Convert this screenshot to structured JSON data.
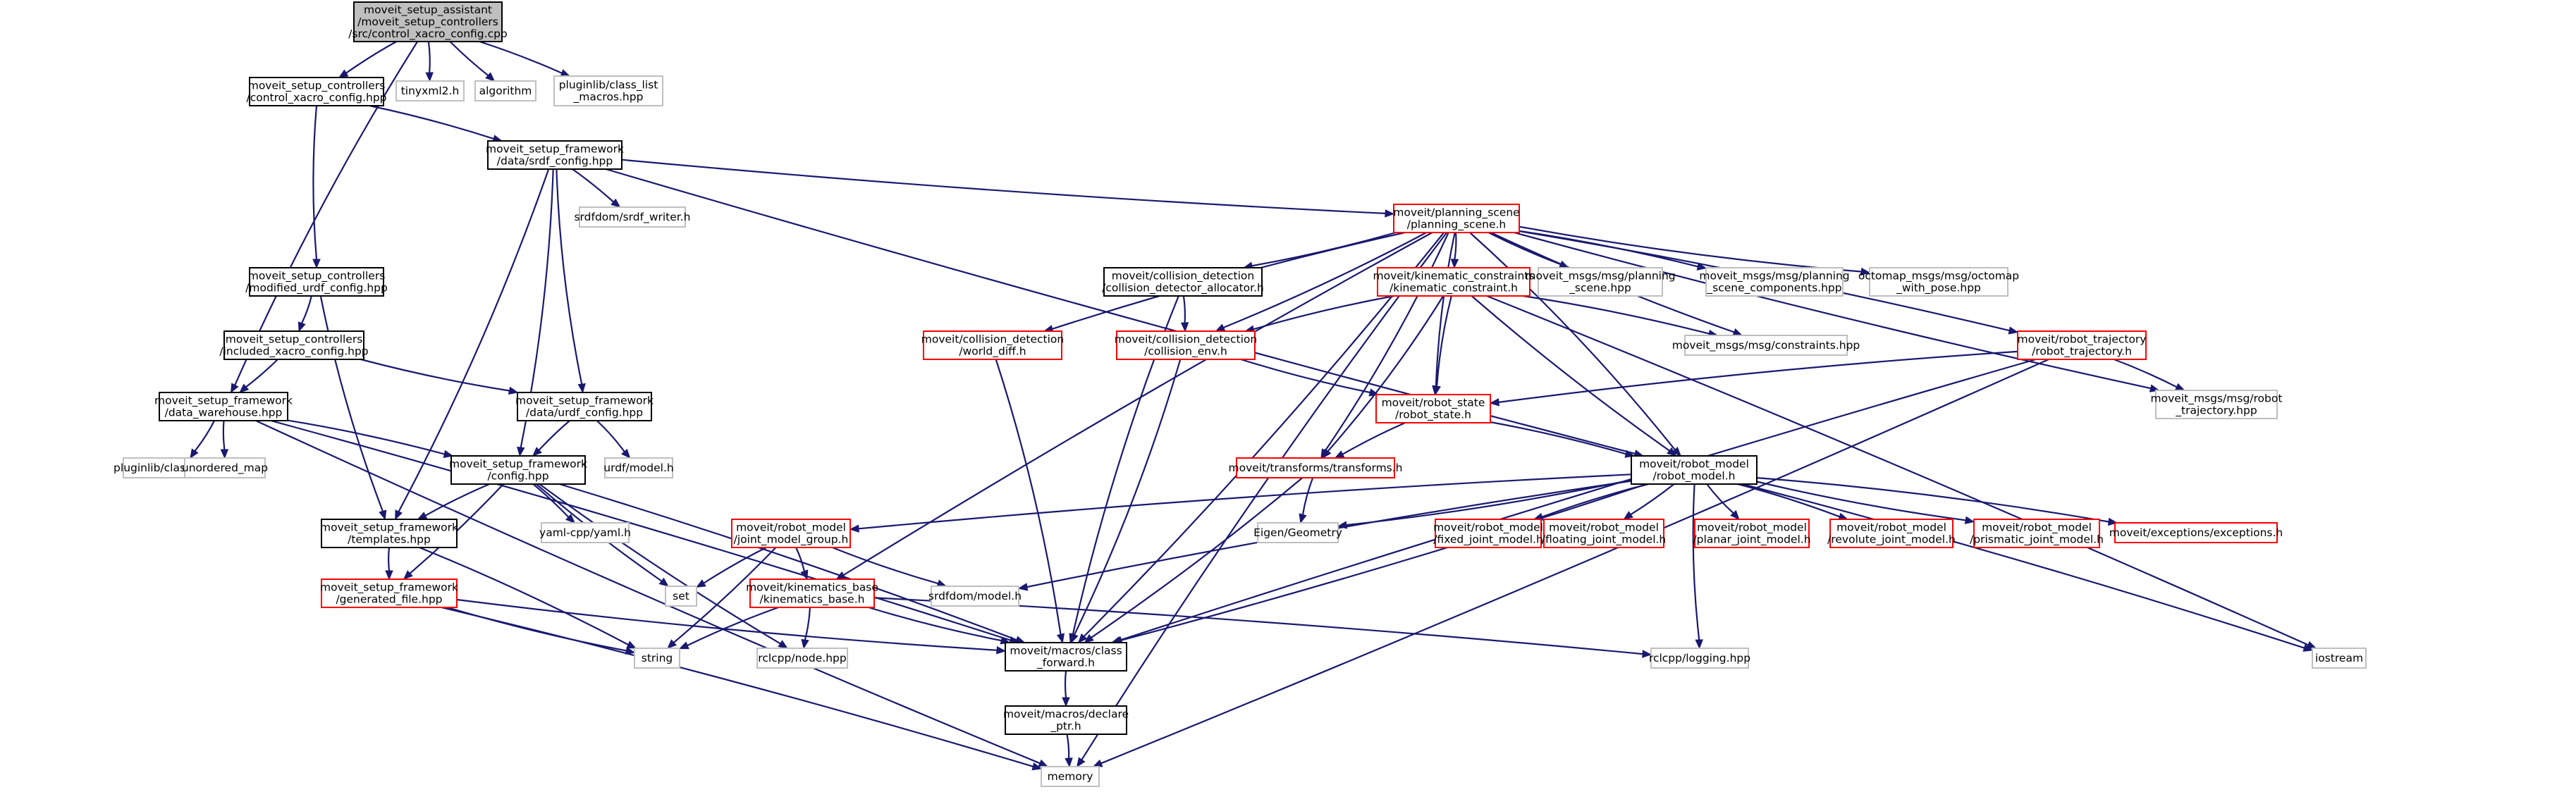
{
  "diagram": {
    "type": "include-dependency-graph",
    "colors": {
      "edge": "#191970",
      "documented_node_border": "#000000",
      "undocumented_node_border": "#ff0000",
      "external_node_border": "#bfbfbf",
      "root_node_fill": "#bfbfbf"
    },
    "nodes": [
      {
        "id": "root",
        "lines": [
          "moveit_setup_assistant",
          "/moveit_setup_controllers",
          "/src/control_xacro_config.cpp"
        ],
        "kind": "root"
      },
      {
        "id": "ctrl_xacro",
        "lines": [
          "moveit_setup_controllers",
          "/control_xacro_config.hpp"
        ],
        "kind": "documented"
      },
      {
        "id": "tinyxml2",
        "lines": [
          "tinyxml2.h"
        ],
        "kind": "external"
      },
      {
        "id": "algorithm",
        "lines": [
          "algorithm"
        ],
        "kind": "external"
      },
      {
        "id": "classlist",
        "lines": [
          "pluginlib/class_list",
          "_macros.hpp"
        ],
        "kind": "external"
      },
      {
        "id": "srdf_config",
        "lines": [
          "moveit_setup_framework",
          "/data/srdf_config.hpp"
        ],
        "kind": "documented"
      },
      {
        "id": "srdf_writer",
        "lines": [
          "srdfdom/srdf_writer.h"
        ],
        "kind": "external"
      },
      {
        "id": "planning_scene",
        "lines": [
          "moveit/planning_scene",
          "/planning_scene.h"
        ],
        "kind": "undocumented"
      },
      {
        "id": "modified_urdf",
        "lines": [
          "moveit_setup_controllers",
          "/modified_urdf_config.hpp"
        ],
        "kind": "documented"
      },
      {
        "id": "included_xacro",
        "lines": [
          "moveit_setup_controllers",
          "/included_xacro_config.hpp"
        ],
        "kind": "documented"
      },
      {
        "id": "data_warehouse",
        "lines": [
          "moveit_setup_framework",
          "/data_warehouse.hpp"
        ],
        "kind": "documented"
      },
      {
        "id": "urdf_config",
        "lines": [
          "moveit_setup_framework",
          "/data/urdf_config.hpp"
        ],
        "kind": "documented"
      },
      {
        "id": "class_loader",
        "lines": [
          "pluginlib/class_loader.hpp"
        ],
        "kind": "external"
      },
      {
        "id": "unordered_map",
        "lines": [
          "unordered_map"
        ],
        "kind": "external"
      },
      {
        "id": "urdf_model",
        "lines": [
          "urdf/model.h"
        ],
        "kind": "external"
      },
      {
        "id": "config",
        "lines": [
          "moveit_setup_framework",
          "/config.hpp"
        ],
        "kind": "documented"
      },
      {
        "id": "templates",
        "lines": [
          "moveit_setup_framework",
          "/templates.hpp"
        ],
        "kind": "documented"
      },
      {
        "id": "yaml",
        "lines": [
          "yaml-cpp/yaml.h"
        ],
        "kind": "external"
      },
      {
        "id": "set",
        "lines": [
          "set"
        ],
        "kind": "external"
      },
      {
        "id": "generated_file",
        "lines": [
          "moveit_setup_framework",
          "/generated_file.hpp"
        ],
        "kind": "undocumented"
      },
      {
        "id": "string",
        "lines": [
          "string"
        ],
        "kind": "external"
      },
      {
        "id": "rclcpp_node",
        "lines": [
          "rclcpp/node.hpp"
        ],
        "kind": "external"
      },
      {
        "id": "memory",
        "lines": [
          "memory"
        ],
        "kind": "external"
      },
      {
        "id": "world_diff",
        "lines": [
          "moveit/collision_detection",
          "/world_diff.h"
        ],
        "kind": "undocumented"
      },
      {
        "id": "collision_alloc",
        "lines": [
          "moveit/collision_detection",
          "/collision_detector_allocator.h"
        ],
        "kind": "documented"
      },
      {
        "id": "kinematic_constraint",
        "lines": [
          "moveit/kinematic_constraints",
          "/kinematic_constraint.h"
        ],
        "kind": "undocumented"
      },
      {
        "id": "msg_planning_scene",
        "lines": [
          "moveit_msgs/msg/planning",
          "_scene.hpp"
        ],
        "kind": "external"
      },
      {
        "id": "msg_planning_scene_comp",
        "lines": [
          "moveit_msgs/msg/planning",
          "_scene_components.hpp"
        ],
        "kind": "external"
      },
      {
        "id": "octomap",
        "lines": [
          "octomap_msgs/msg/octomap",
          "_with_pose.hpp"
        ],
        "kind": "external"
      },
      {
        "id": "collision_env",
        "lines": [
          "moveit/collision_detection",
          "/collision_env.h"
        ],
        "kind": "undocumented"
      },
      {
        "id": "constraints_msg",
        "lines": [
          "moveit_msgs/msg/constraints.hpp"
        ],
        "kind": "external"
      },
      {
        "id": "robot_trajectory",
        "lines": [
          "moveit/robot_trajectory",
          "/robot_trajectory.h"
        ],
        "kind": "undocumented"
      },
      {
        "id": "robot_state",
        "lines": [
          "moveit/robot_state",
          "/robot_state.h"
        ],
        "kind": "undocumented"
      },
      {
        "id": "robot_traj_msg",
        "lines": [
          "moveit_msgs/msg/robot",
          "_trajectory.hpp"
        ],
        "kind": "external"
      },
      {
        "id": "transforms",
        "lines": [
          "moveit/transforms/transforms.h"
        ],
        "kind": "undocumented"
      },
      {
        "id": "robot_model",
        "lines": [
          "moveit/robot_model",
          "/robot_model.h"
        ],
        "kind": "documented"
      },
      {
        "id": "eigen",
        "lines": [
          "Eigen/Geometry"
        ],
        "kind": "external"
      },
      {
        "id": "joint_model_group",
        "lines": [
          "moveit/robot_model",
          "/joint_model_group.h"
        ],
        "kind": "undocumented"
      },
      {
        "id": "fixed_joint",
        "lines": [
          "moveit/robot_model",
          "/fixed_joint_model.h"
        ],
        "kind": "undocumented"
      },
      {
        "id": "floating_joint",
        "lines": [
          "moveit/robot_model",
          "/floating_joint_model.h"
        ],
        "kind": "undocumented"
      },
      {
        "id": "planar_joint",
        "lines": [
          "moveit/robot_model",
          "/planar_joint_model.h"
        ],
        "kind": "undocumented"
      },
      {
        "id": "revolute_joint",
        "lines": [
          "moveit/robot_model",
          "/revolute_joint_model.h"
        ],
        "kind": "undocumented"
      },
      {
        "id": "prismatic_joint",
        "lines": [
          "moveit/robot_model",
          "/prismatic_joint_model.h"
        ],
        "kind": "undocumented"
      },
      {
        "id": "exceptions",
        "lines": [
          "moveit/exceptions/exceptions.h"
        ],
        "kind": "undocumented"
      },
      {
        "id": "srdf_model",
        "lines": [
          "srdfdom/model.h"
        ],
        "kind": "external"
      },
      {
        "id": "kinematics_base",
        "lines": [
          "moveit/kinematics_base",
          "/kinematics_base.h"
        ],
        "kind": "undocumented"
      },
      {
        "id": "class_forward",
        "lines": [
          "moveit/macros/class",
          "_forward.h"
        ],
        "kind": "documented"
      },
      {
        "id": "rclcpp_logging",
        "lines": [
          "rclcpp/logging.hpp"
        ],
        "kind": "external"
      },
      {
        "id": "iostream",
        "lines": [
          "iostream"
        ],
        "kind": "external"
      },
      {
        "id": "declare_ptr",
        "lines": [
          "moveit/macros/declare",
          "_ptr.h"
        ],
        "kind": "documented"
      }
    ],
    "edges": [
      [
        "root",
        "ctrl_xacro"
      ],
      [
        "root",
        "tinyxml2"
      ],
      [
        "root",
        "algorithm"
      ],
      [
        "root",
        "classlist"
      ],
      [
        "root",
        "data_warehouse"
      ],
      [
        "ctrl_xacro",
        "srdf_config"
      ],
      [
        "ctrl_xacro",
        "modified_urdf"
      ],
      [
        "srdf_config",
        "srdf_writer"
      ],
      [
        "srdf_config",
        "planning_scene"
      ],
      [
        "srdf_config",
        "config"
      ],
      [
        "srdf_config",
        "urdf_config"
      ],
      [
        "srdf_config",
        "templates"
      ],
      [
        "srdf_config",
        "robot_model"
      ],
      [
        "modified_urdf",
        "included_xacro"
      ],
      [
        "modified_urdf",
        "templates"
      ],
      [
        "included_xacro",
        "data_warehouse"
      ],
      [
        "included_xacro",
        "urdf_config"
      ],
      [
        "data_warehouse",
        "class_loader"
      ],
      [
        "data_warehouse",
        "unordered_map"
      ],
      [
        "data_warehouse",
        "config"
      ],
      [
        "data_warehouse",
        "memory"
      ],
      [
        "data_warehouse",
        "class_forward"
      ],
      [
        "urdf_config",
        "config"
      ],
      [
        "urdf_config",
        "urdf_model"
      ],
      [
        "config",
        "templates"
      ],
      [
        "config",
        "yaml"
      ],
      [
        "config",
        "set"
      ],
      [
        "config",
        "generated_file"
      ],
      [
        "config",
        "rclcpp_node"
      ],
      [
        "config",
        "class_forward"
      ],
      [
        "templates",
        "generated_file"
      ],
      [
        "templates",
        "string"
      ],
      [
        "generated_file",
        "string"
      ],
      [
        "generated_file",
        "memory"
      ],
      [
        "generated_file",
        "class_forward"
      ],
      [
        "planning_scene",
        "collision_alloc"
      ],
      [
        "planning_scene",
        "world_diff"
      ],
      [
        "planning_scene",
        "kinematic_constraint"
      ],
      [
        "planning_scene",
        "msg_planning_scene"
      ],
      [
        "planning_scene",
        "msg_planning_scene_comp"
      ],
      [
        "planning_scene",
        "octomap"
      ],
      [
        "planning_scene",
        "collision_env"
      ],
      [
        "planning_scene",
        "constraints_msg"
      ],
      [
        "planning_scene",
        "robot_trajectory"
      ],
      [
        "planning_scene",
        "robot_state"
      ],
      [
        "planning_scene",
        "transforms"
      ],
      [
        "planning_scene",
        "robot_traj_msg"
      ],
      [
        "planning_scene",
        "robot_model"
      ],
      [
        "planning_scene",
        "kinematics_base"
      ],
      [
        "planning_scene",
        "class_forward"
      ],
      [
        "planning_scene",
        "memory"
      ],
      [
        "collision_alloc",
        "collision_env"
      ],
      [
        "collision_alloc",
        "class_forward"
      ],
      [
        "world_diff",
        "class_forward"
      ],
      [
        "kinematic_constraint",
        "collision_env"
      ],
      [
        "kinematic_constraint",
        "constraints_msg"
      ],
      [
        "kinematic_constraint",
        "robot_state"
      ],
      [
        "kinematic_constraint",
        "transforms"
      ],
      [
        "kinematic_constraint",
        "robot_model"
      ],
      [
        "kinematic_constraint",
        "iostream"
      ],
      [
        "collision_env",
        "robot_state"
      ],
      [
        "collision_env",
        "class_forward"
      ],
      [
        "robot_trajectory",
        "robot_state"
      ],
      [
        "robot_trajectory",
        "robot_traj_msg"
      ],
      [
        "robot_trajectory",
        "class_forward"
      ],
      [
        "robot_trajectory",
        "memory"
      ],
      [
        "robot_state",
        "transforms"
      ],
      [
        "robot_state",
        "robot_model"
      ],
      [
        "transforms",
        "eigen"
      ],
      [
        "transforms",
        "class_forward"
      ],
      [
        "robot_model",
        "joint_model_group"
      ],
      [
        "robot_model",
        "eigen"
      ],
      [
        "robot_model",
        "fixed_joint"
      ],
      [
        "robot_model",
        "floating_joint"
      ],
      [
        "robot_model",
        "planar_joint"
      ],
      [
        "robot_model",
        "revolute_joint"
      ],
      [
        "robot_model",
        "prismatic_joint"
      ],
      [
        "robot_model",
        "exceptions"
      ],
      [
        "robot_model",
        "srdf_model"
      ],
      [
        "robot_model",
        "class_forward"
      ],
      [
        "robot_model",
        "rclcpp_logging"
      ],
      [
        "robot_model",
        "iostream"
      ],
      [
        "joint_model_group",
        "set"
      ],
      [
        "joint_model_group",
        "string"
      ],
      [
        "joint_model_group",
        "srdf_model"
      ],
      [
        "joint_model_group",
        "kinematics_base"
      ],
      [
        "kinematics_base",
        "string"
      ],
      [
        "kinematics_base",
        "rclcpp_node"
      ],
      [
        "kinematics_base",
        "class_forward"
      ],
      [
        "kinematics_base",
        "rclcpp_logging"
      ],
      [
        "class_forward",
        "declare_ptr"
      ],
      [
        "declare_ptr",
        "memory"
      ]
    ]
  }
}
